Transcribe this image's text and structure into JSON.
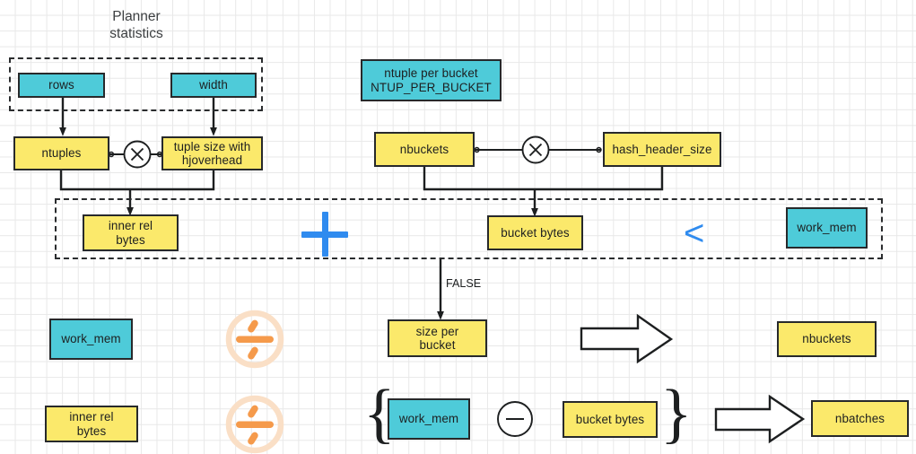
{
  "diagram": {
    "title_caption": "Planner\nstatistics",
    "groups": {
      "planner_stats_box": "dashed-group-planner-statistics",
      "condition_box": "dashed-group-condition"
    },
    "nodes": {
      "rows": "rows",
      "width": "width",
      "ntuple_per_bucket": "ntuple per bucket\nNTUP_PER_BUCKET",
      "ntuples": "ntuples",
      "tuple_size_with_hjoverhead": "tuple size with\nhjoverhead",
      "nbuckets_top": "nbuckets",
      "hash_header_size": "hash_header_size",
      "inner_rel_bytes_cond": "inner rel\nbytes",
      "bucket_bytes_cond": "bucket bytes",
      "work_mem_cond": "work_mem",
      "work_mem_row3": "work_mem",
      "size_per_bucket": "size per\nbucket",
      "nbuckets_result": "nbuckets",
      "inner_rel_bytes_row4": "inner rel\nbytes",
      "work_mem_row4": "work_mem",
      "bucket_bytes_row4": "bucket bytes",
      "nbatches_result": "nbatches"
    },
    "operators": {
      "multiply_top_left": "×",
      "multiply_top_right": "×",
      "plus": "+",
      "less_than": "<",
      "divide_row3": "÷",
      "divide_row4": "÷",
      "minus_row4": "−",
      "brace_open": "{",
      "brace_close": "}"
    },
    "edge_labels": {
      "false_branch": "FALSE"
    },
    "colors": {
      "cyan_fill": "#4ecbd9",
      "yellow_fill": "#fbe96b",
      "stroke": "#27292b",
      "accent_blue": "#2f8bef",
      "accent_orange": "#f59a4b",
      "orange_ring": "#fadfc6",
      "grid": "#e8e8e8"
    }
  }
}
